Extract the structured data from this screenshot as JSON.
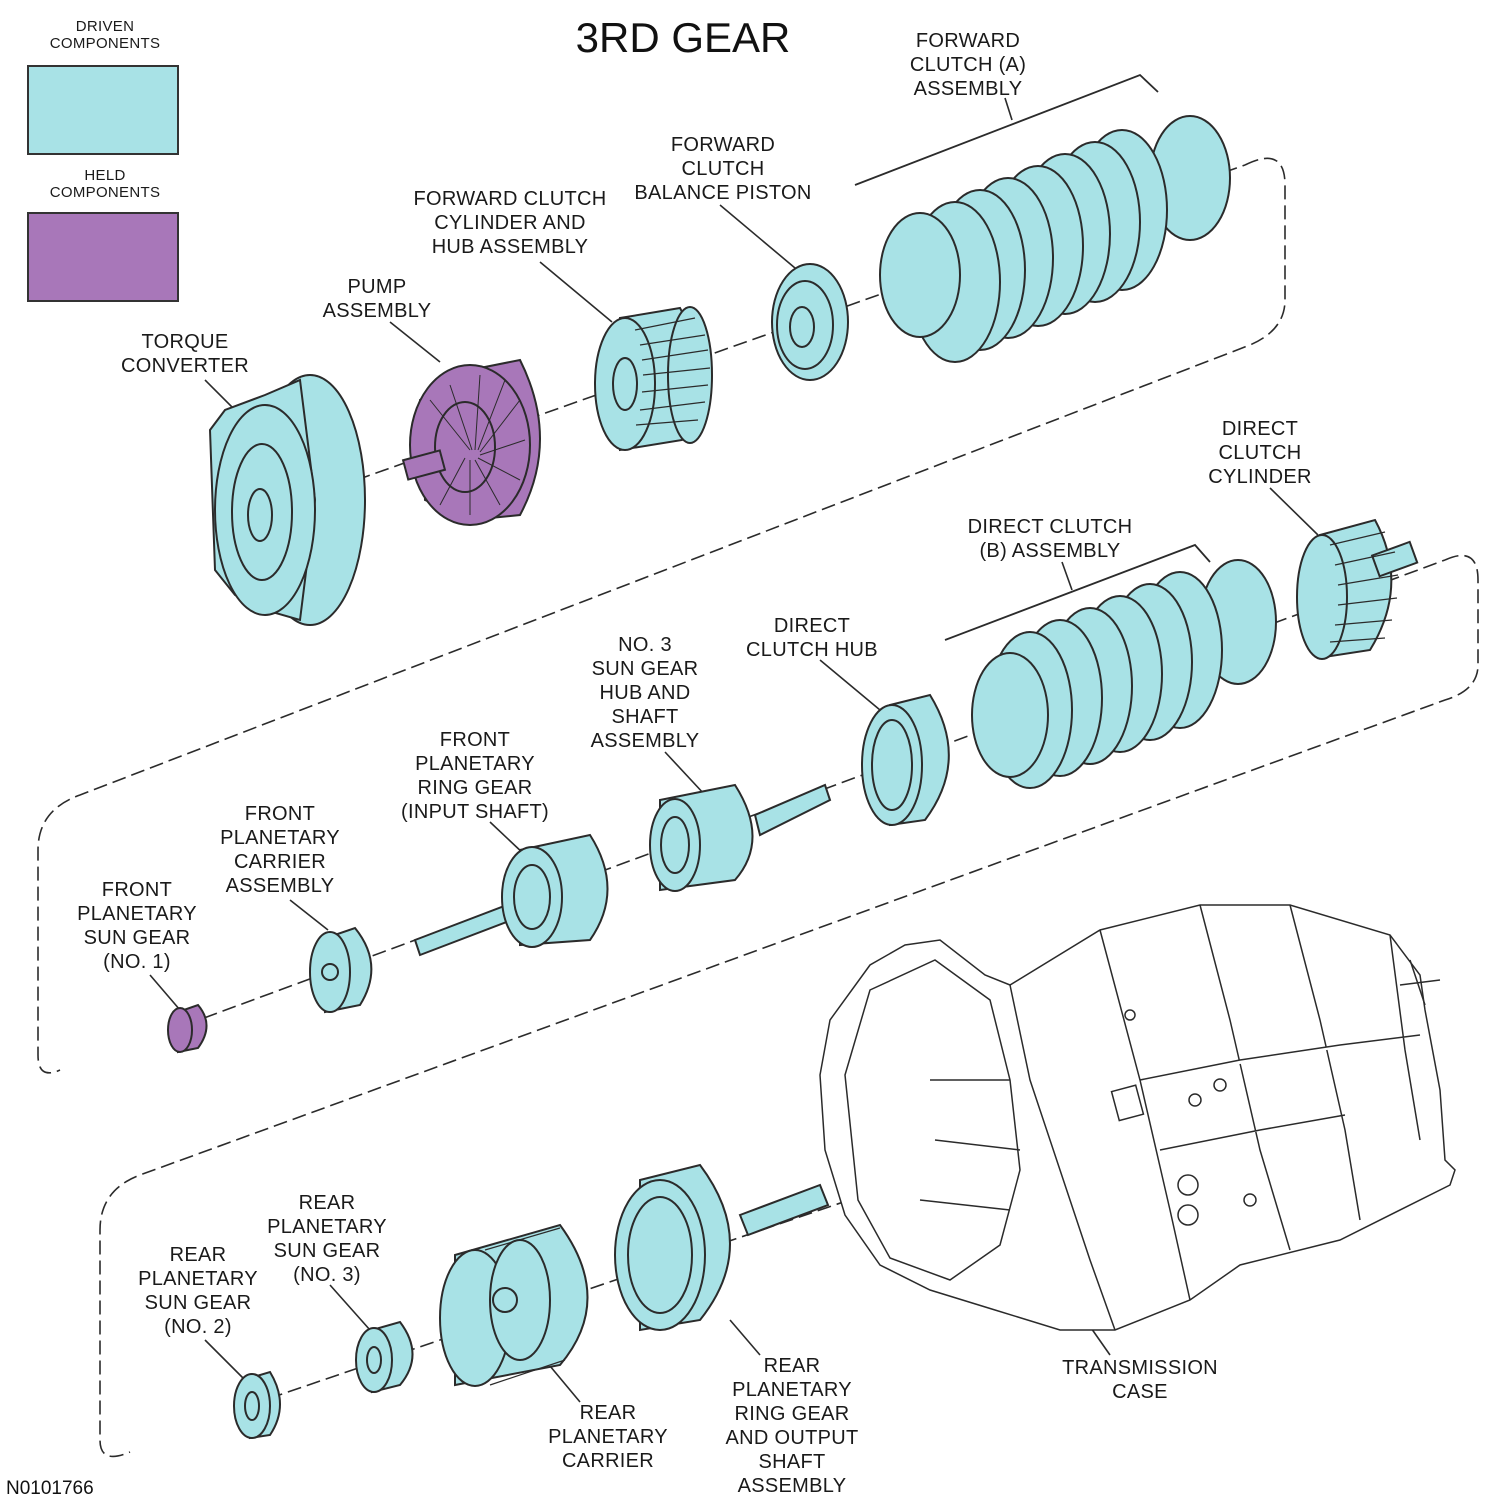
{
  "title": "3RD GEAR",
  "figure_code": "N0101766",
  "colors": {
    "driven": "#a8e2e6",
    "held": "#a877b9",
    "outline": "#2b2b2b",
    "case": "#ffffff"
  },
  "legend": [
    {
      "text": "DRIVEN\nCOMPONENTS",
      "swatch": "driven"
    },
    {
      "text": "HELD\nCOMPONENTS",
      "swatch": "held"
    }
  ],
  "labels": {
    "torque_converter": "TORQUE\nCONVERTER",
    "pump_assembly": "PUMP\nASSEMBLY",
    "forward_clutch_cylinder": "FORWARD CLUTCH\nCYLINDER AND\nHUB ASSEMBLY",
    "forward_clutch_balance_piston": "FORWARD\nCLUTCH\nBALANCE PISTON",
    "forward_clutch_a": "FORWARD\nCLUTCH (A)\nASSEMBLY",
    "direct_clutch_cylinder": "DIRECT\nCLUTCH\nCYLINDER",
    "direct_clutch_b": "DIRECT CLUTCH\n(B) ASSEMBLY",
    "direct_clutch_hub": "DIRECT\nCLUTCH HUB",
    "no3_sun_gear_hub": "NO. 3\nSUN GEAR\nHUB AND\nSHAFT\nASSEMBLY",
    "front_planetary_ring_gear": "FRONT\nPLANETARY\nRING GEAR\n(INPUT SHAFT)",
    "front_planetary_carrier": "FRONT\nPLANETARY\nCARRIER\nASSEMBLY",
    "front_planetary_sun_gear": "FRONT\nPLANETARY\nSUN GEAR\n(NO. 1)",
    "rear_planetary_sun_gear_no2": "REAR\nPLANETARY\nSUN GEAR\n(NO. 2)",
    "rear_planetary_sun_gear_no3": "REAR\nPLANETARY\nSUN GEAR\n(NO. 3)",
    "rear_planetary_carrier": "REAR\nPLANETARY\nCARRIER",
    "rear_planetary_ring_gear": "REAR\nPLANETARY\nRING GEAR\nAND OUTPUT\nSHAFT\nASSEMBLY",
    "transmission_case": "TRANSMISSION\nCASE"
  }
}
